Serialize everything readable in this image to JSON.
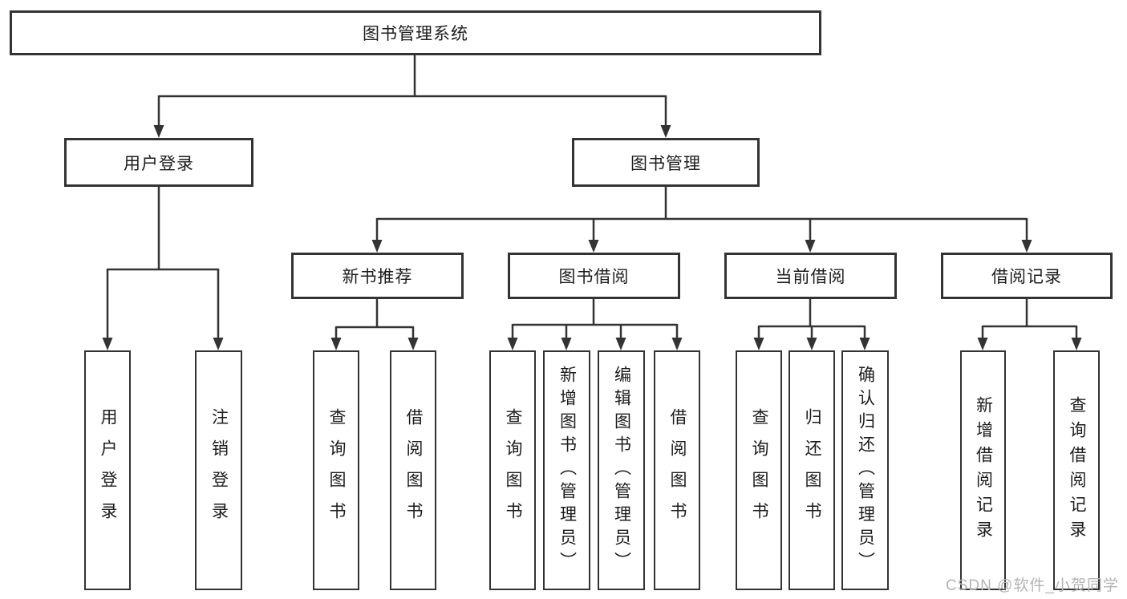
{
  "diagram": {
    "type": "hierarchy-tree",
    "colors": {
      "line": "#333333",
      "box_border": "#333333",
      "text": "#1c1c1c",
      "background": "#ffffff",
      "watermark": "#b4b4b4"
    },
    "tree": {
      "label": "图书管理系统",
      "children": [
        {
          "label": "用户登录",
          "children": [
            {
              "label": "用户登录"
            },
            {
              "label": "注销登录"
            }
          ]
        },
        {
          "label": "图书管理",
          "children": [
            {
              "label": "新书推荐",
              "children": [
                {
                  "label": "查询图书"
                },
                {
                  "label": "借阅图书"
                }
              ]
            },
            {
              "label": "图书借阅",
              "children": [
                {
                  "label": "查询图书"
                },
                {
                  "label": "新增图书（管理员）"
                },
                {
                  "label": "编辑图书（管理员）"
                },
                {
                  "label": "借阅图书"
                }
              ]
            },
            {
              "label": "当前借阅",
              "children": [
                {
                  "label": "查询图书"
                },
                {
                  "label": "归还图书"
                },
                {
                  "label": "确认归还（管理员）"
                }
              ]
            },
            {
              "label": "借阅记录",
              "children": [
                {
                  "label": "新增借阅记录"
                },
                {
                  "label": "查询借阅记录"
                }
              ]
            }
          ]
        }
      ]
    },
    "watermark": {
      "text": "CSDN @软件_小贺同学"
    }
  }
}
